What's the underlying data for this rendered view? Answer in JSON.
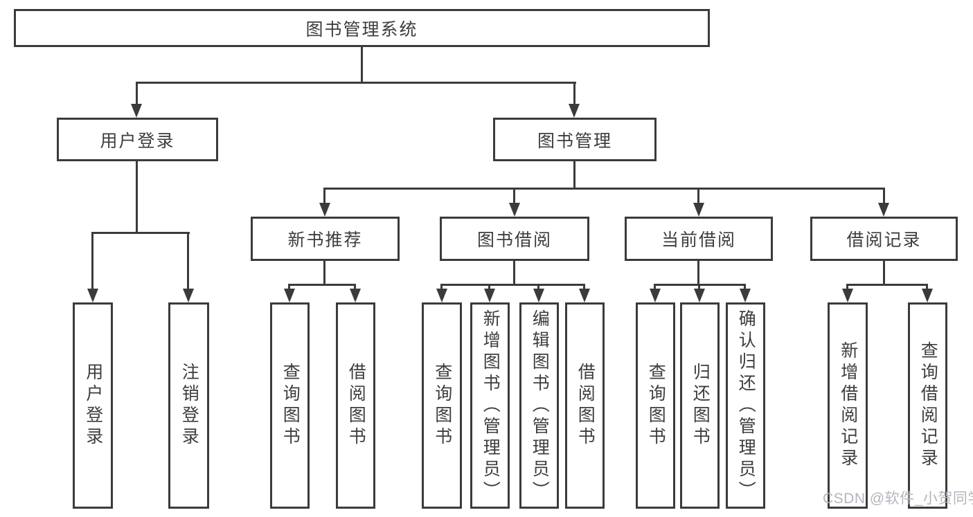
{
  "tree": {
    "label": "图书管理系统",
    "children": [
      {
        "label": "用户登录",
        "children": [
          {
            "label": "用户登录"
          },
          {
            "label": "注销登录"
          }
        ]
      },
      {
        "label": "图书管理",
        "children": [
          {
            "label": "新书推荐",
            "children": [
              {
                "label": "查询图书"
              },
              {
                "label": "借阅图书"
              }
            ]
          },
          {
            "label": "图书借阅",
            "children": [
              {
                "label": "查询图书"
              },
              {
                "label": "新增图书（管理员）"
              },
              {
                "label": "编辑图书（管理员）"
              },
              {
                "label": "借阅图书"
              }
            ]
          },
          {
            "label": "当前借阅",
            "children": [
              {
                "label": "查询图书"
              },
              {
                "label": "归还图书"
              },
              {
                "label": "确认归还（管理员）"
              }
            ]
          },
          {
            "label": "借阅记录",
            "children": [
              {
                "label": "新增借阅记录"
              },
              {
                "label": "查询借阅记录"
              }
            ]
          }
        ]
      }
    ]
  },
  "watermark": {
    "text": "CSDN @软件_小贺同学"
  },
  "colors": {
    "line": "#3b3b3b",
    "text": "#3d3d3d",
    "watermark": "#b2b6bc",
    "background": "#ffffff"
  }
}
